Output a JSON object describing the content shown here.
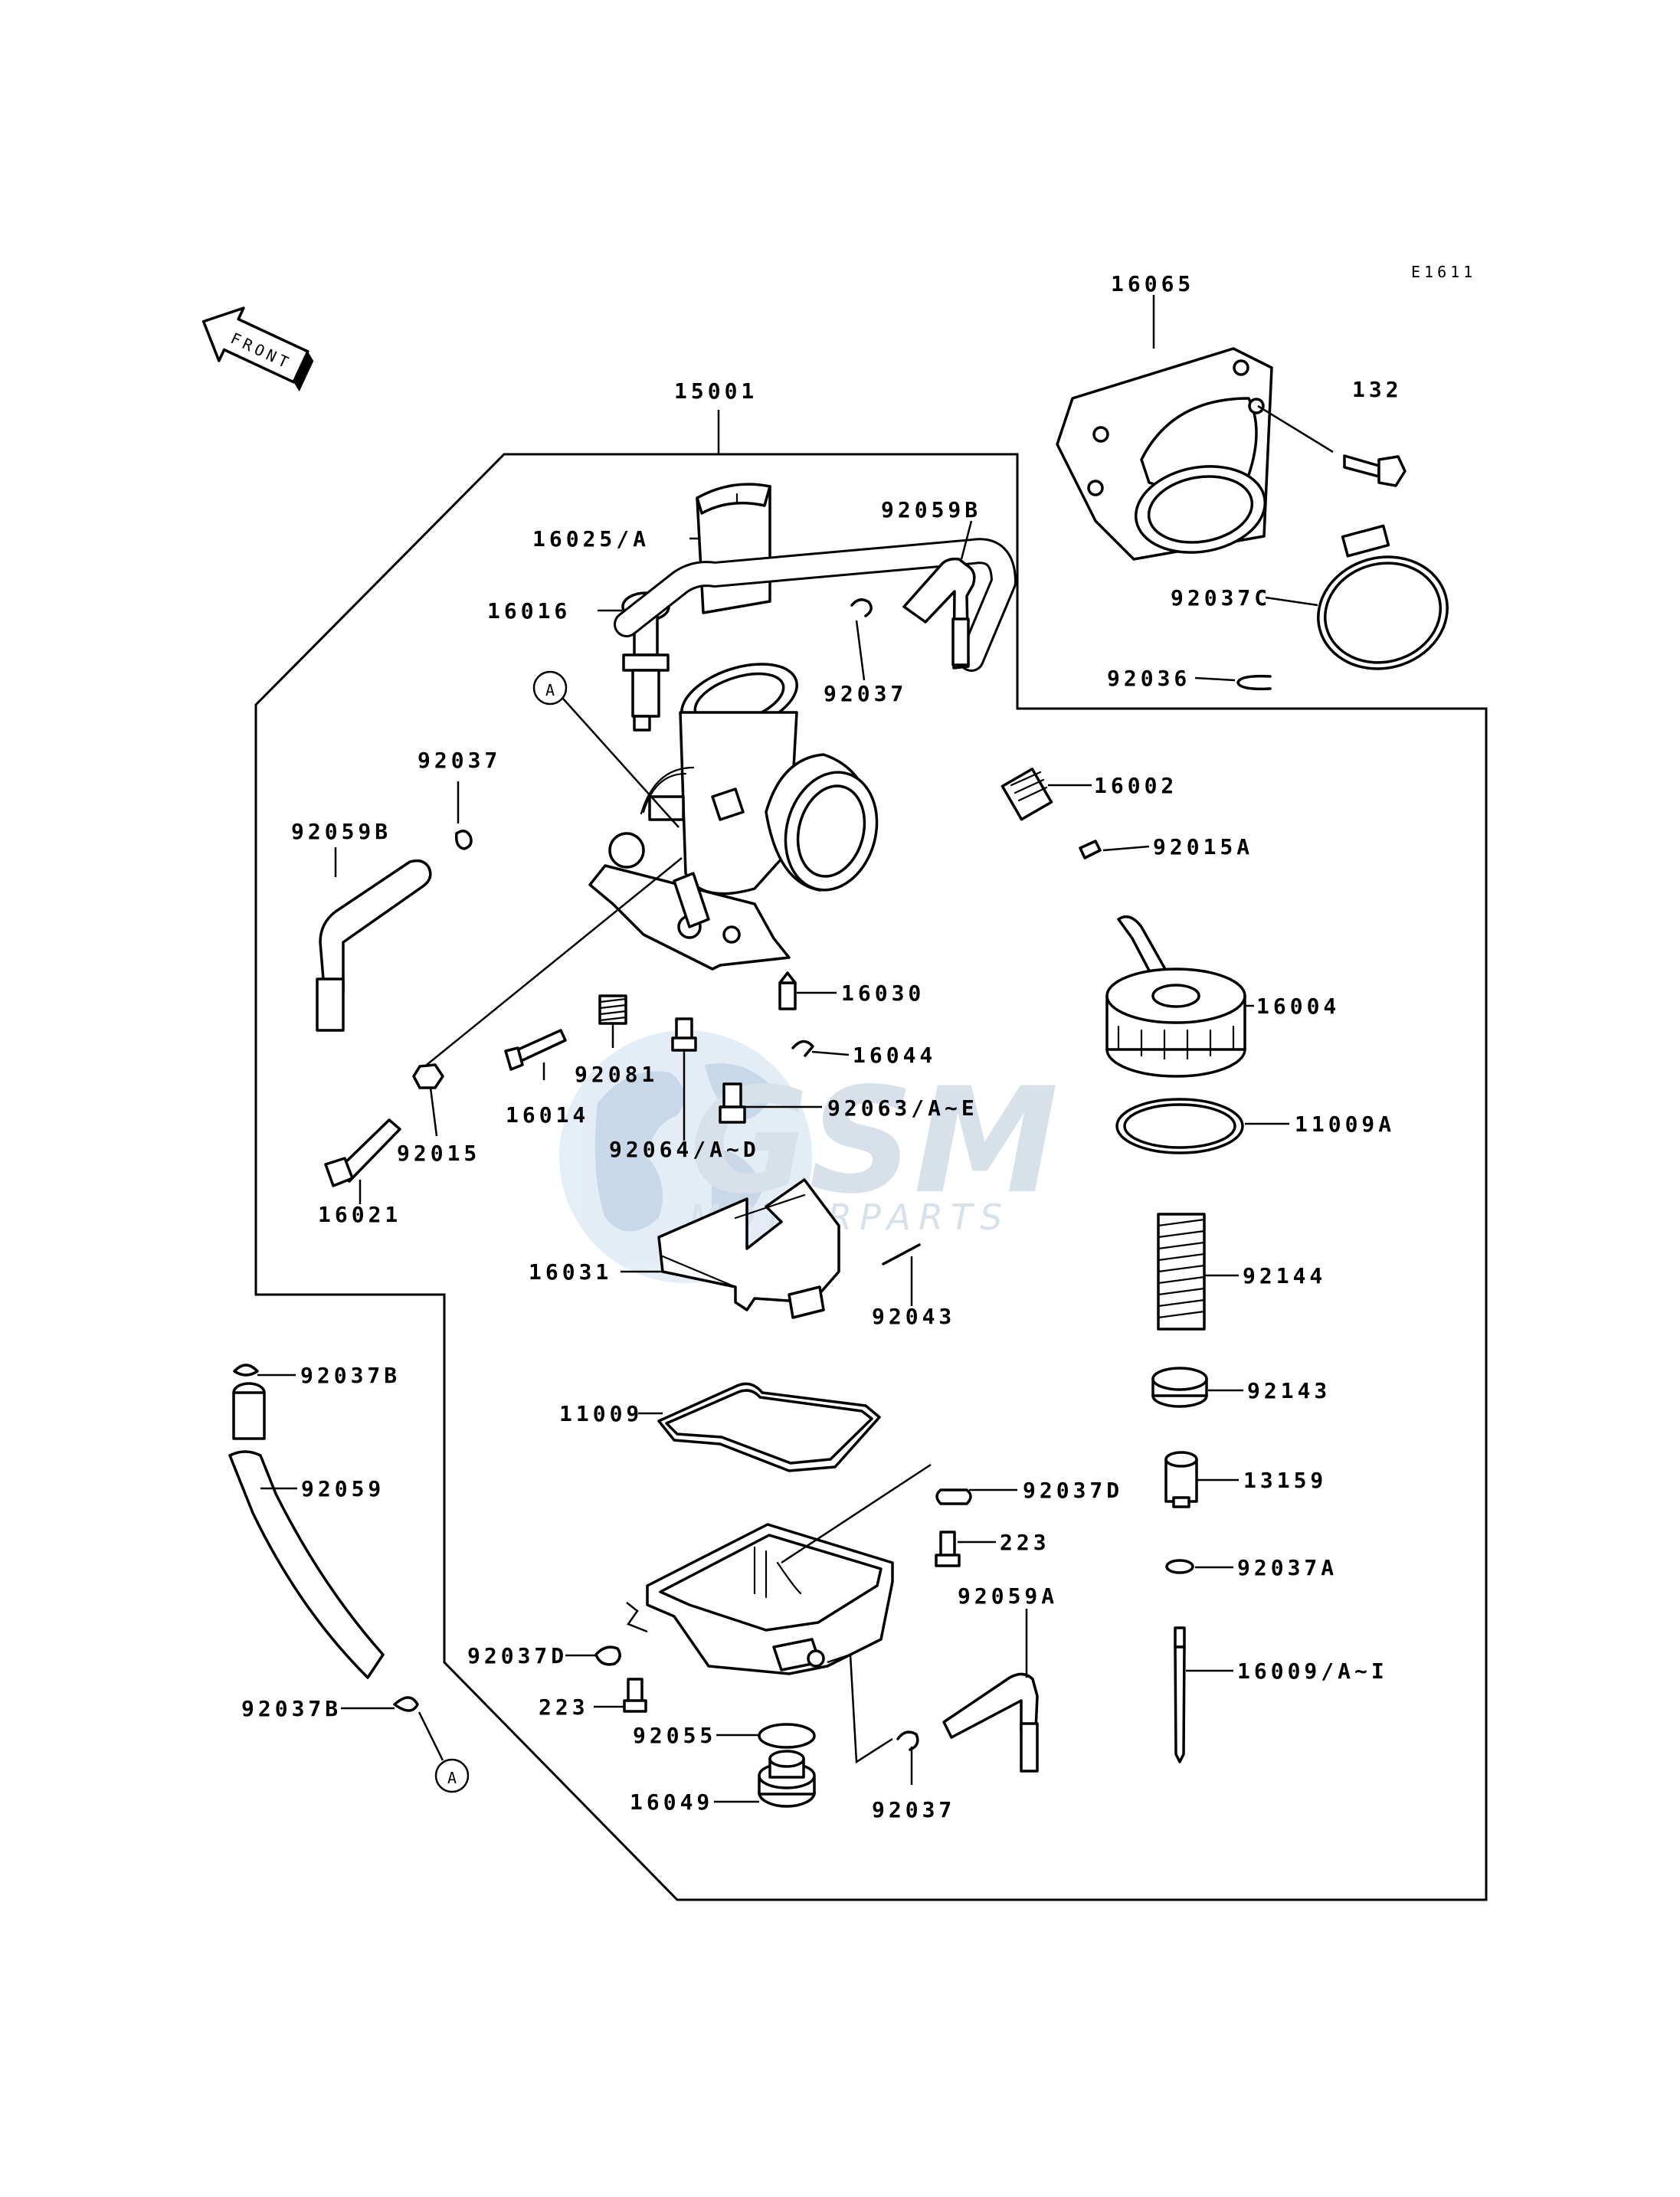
{
  "diagram_code": "E1611",
  "front_label": "FRONT",
  "callout_letter": "A",
  "watermark": {
    "logo": "GSM",
    "tagline": "MOTORPARTS",
    "color": "#9dbad6"
  },
  "labels": {
    "p15001": "15001",
    "p16065": "16065",
    "p132": "132",
    "p16025a": "16025/A",
    "p92059b_top": "92059B",
    "p16016": "16016",
    "p92037_top": "92037",
    "p92037c": "92037C",
    "p92036": "92036",
    "p92037_left": "92037",
    "p92059b_left": "92059B",
    "p16002": "16002",
    "p92015a": "92015A",
    "p16030": "16030",
    "p16004": "16004",
    "p16044": "16044",
    "p92081": "92081",
    "p92063": "92063/A~E",
    "p16014": "16014",
    "p92015": "92015",
    "p92064": "92064/A~D",
    "p11009a": "11009A",
    "p16021": "16021",
    "p16031": "16031",
    "p92144": "92144",
    "p92043": "92043",
    "p92037b_top": "92037B",
    "p11009": "11009",
    "p92143": "92143",
    "p92059": "92059",
    "p13159": "13159",
    "p92037d_right": "92037D",
    "p223_right": "223",
    "p92037a": "92037A",
    "p92059a": "92059A",
    "p92037d_left": "92037D",
    "p16009": "16009/A~I",
    "p223_left": "223",
    "p92037b_bottom": "92037B",
    "p92055": "92055",
    "p16049": "16049",
    "p92037_bottom": "92037"
  }
}
